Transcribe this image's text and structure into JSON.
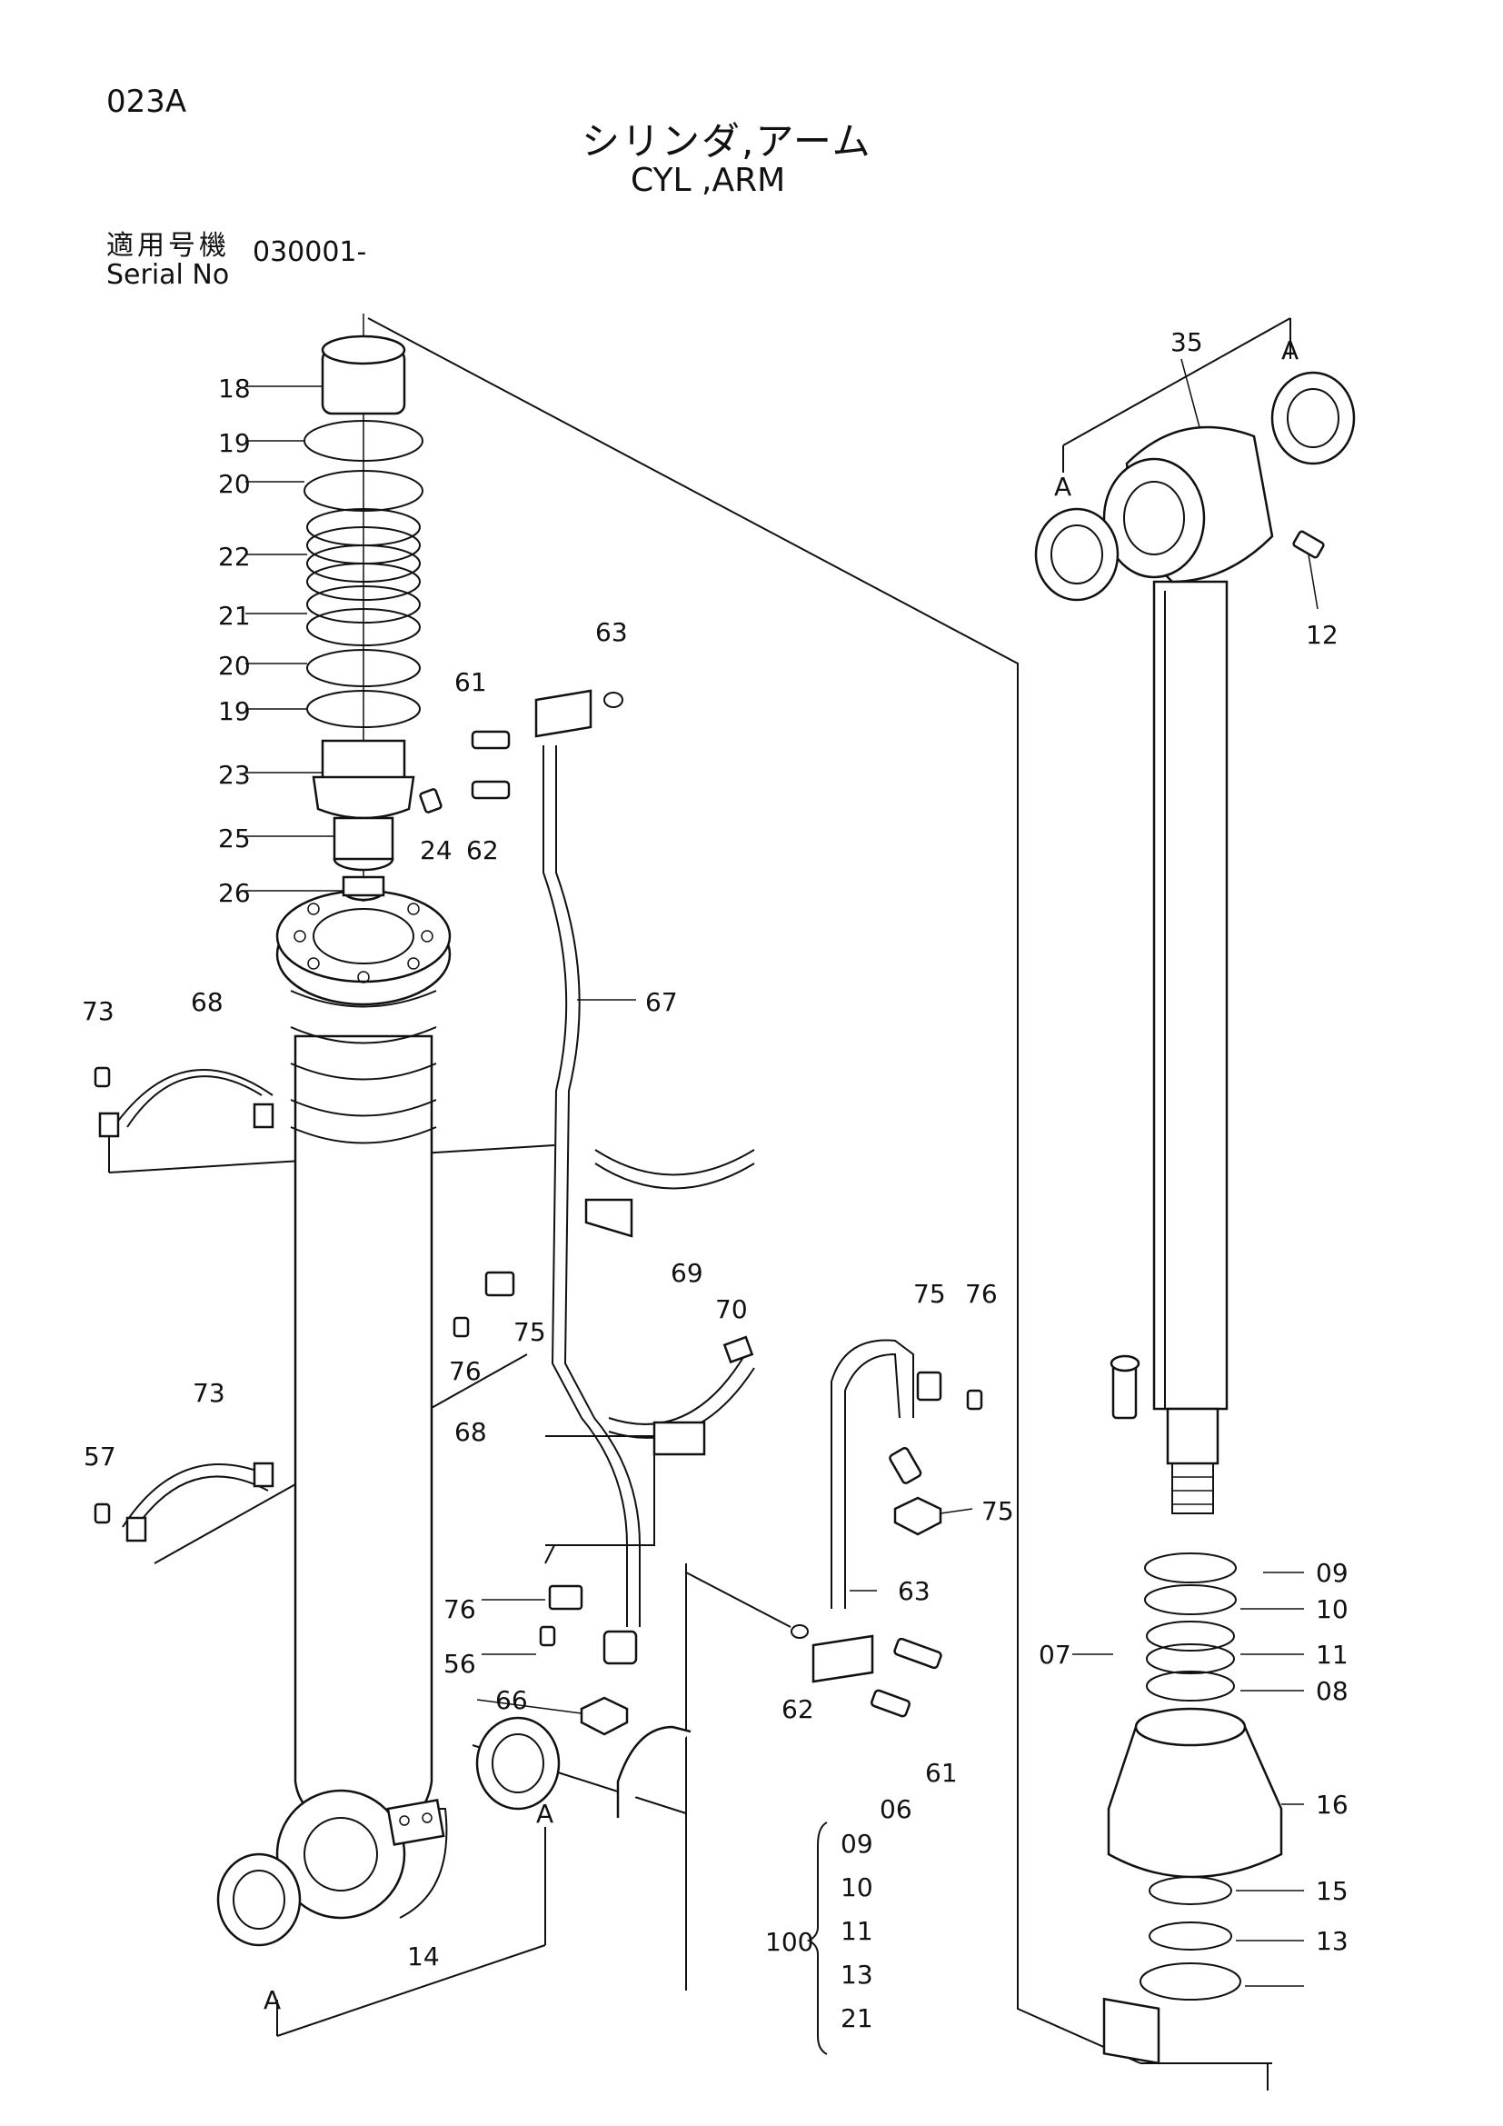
{
  "header": {
    "page_code": "023A",
    "title_ja": "シリンダ,アーム",
    "title_en": "CYL ,ARM",
    "serial_label_ja": "適用号機",
    "serial_label_en": "Serial No",
    "serial_value": "030001-"
  },
  "callouts": [
    "18",
    "19",
    "20",
    "22",
    "21",
    "20",
    "19",
    "23",
    "25",
    "26",
    "24",
    "61",
    "62",
    "63",
    "67",
    "73",
    "68",
    "69",
    "75",
    "76",
    "70",
    "75",
    "76",
    "68",
    "73",
    "57",
    "75",
    "76",
    "56",
    "66",
    "63",
    "62",
    "61",
    "06",
    "14",
    "35",
    "12",
    "09",
    "10",
    "11",
    "08",
    "07",
    "16",
    "15",
    "13"
  ],
  "view_markers": [
    "A",
    "A",
    "A",
    "A"
  ],
  "kit": {
    "number": "100",
    "members": [
      "09",
      "10",
      "11",
      "13",
      "21"
    ]
  }
}
